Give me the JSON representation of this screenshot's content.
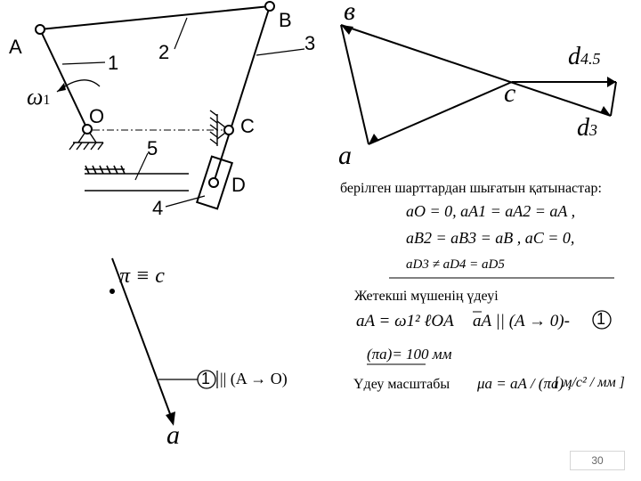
{
  "mechanism": {
    "point_A": "A",
    "point_B": "B",
    "point_O": "O",
    "point_C": "C",
    "point_D": "D",
    "link_1": "1",
    "link_2": "2",
    "link_3": "3",
    "link_4": "4",
    "link_5": "5",
    "omega_symbol": "ω",
    "omega_sub": "1"
  },
  "polygon": {
    "label_v": "в",
    "label_a": "a",
    "label_c": "c",
    "label_d45": "d",
    "label_d45_sub": "4.5",
    "label_d3": "d",
    "label_d3_sub": "3"
  },
  "pole_diagram": {
    "pi_label": "π ≡ c",
    "a_label": "a",
    "circle_num": "1",
    "direction_text": "|| (A → O)"
  },
  "text": {
    "given_header": "берілген шарттардан шығатын қатынастар:",
    "eq_row1": "aO = 0,  aA1 = aA2 = aA ,",
    "eq_row2": "aB2 = aB3 = aB ,  aC = 0,",
    "eq_row3": "aD3 ≠ aD4 = aD5",
    "leading_header": "Жетекші мүшенің үдеуі",
    "accel_formula": "aA = ω1² ℓOA",
    "accel_direction": "aA || (A → 0)-",
    "accel_circle": "1",
    "pa_value": "(πa)= 100 мм",
    "scale_label": "Үдеу масштабы",
    "scale_formula": "μa = aA / (πa) ,",
    "scale_units": "[ м/с² / мм ]"
  },
  "footer": {
    "page_number": "30"
  }
}
